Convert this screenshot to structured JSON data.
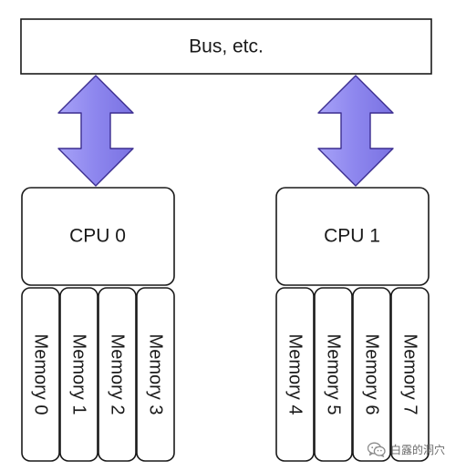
{
  "bus": {
    "label": "Bus, etc."
  },
  "cpus": [
    {
      "label": "CPU 0",
      "memory": [
        "Memory 0",
        "Memory 1",
        "Memory 2",
        "Memory 3"
      ]
    },
    {
      "label": "CPU 1",
      "memory": [
        "Memory 4",
        "Memory 5",
        "Memory 6",
        "Memory 7"
      ]
    }
  ],
  "arrows": {
    "fill_color": "#8d86ee",
    "stroke_color": "#3b2d8f"
  },
  "watermark": {
    "text": "白露的洞穴",
    "icon": "wechat-icon"
  }
}
